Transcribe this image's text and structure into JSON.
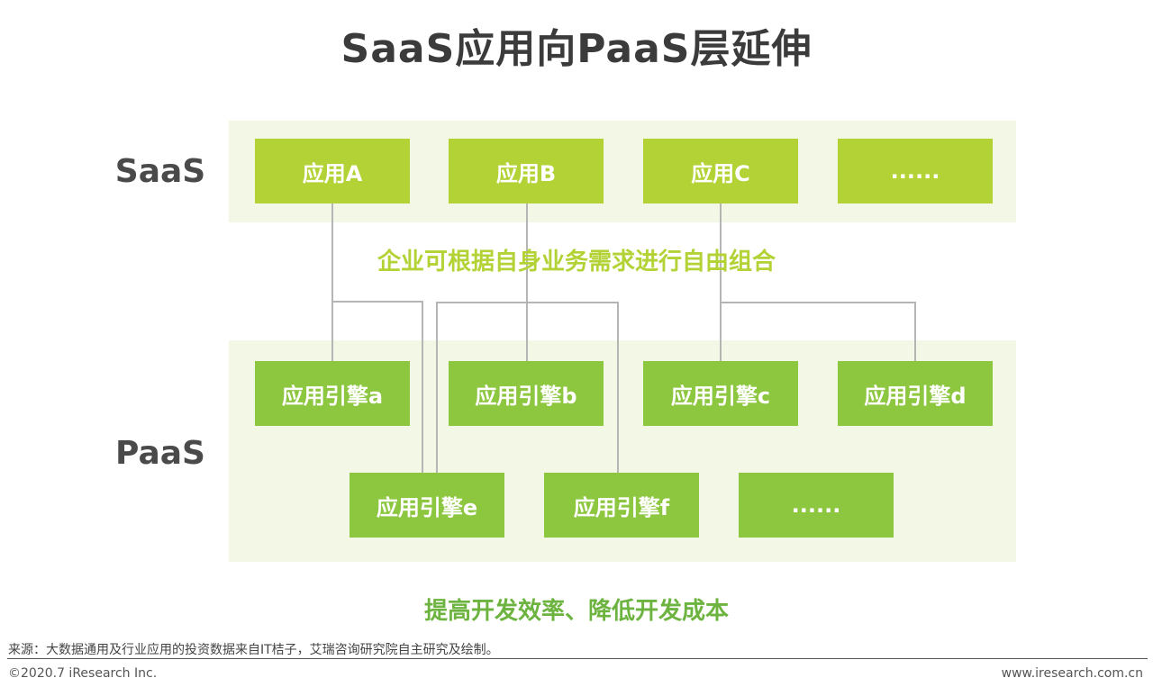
{
  "title": "SaaS应用向PaaS层延伸",
  "layers": {
    "saas": "SaaS",
    "paas": "PaaS"
  },
  "saas_apps": [
    "应用A",
    "应用B",
    "应用C",
    "......"
  ],
  "paas_engines_row1": [
    "应用引擎a",
    "应用引擎b",
    "应用引擎c",
    "应用引擎d"
  ],
  "paas_engines_row2": [
    "应用引擎e",
    "应用引擎f",
    "......"
  ],
  "middle_text": "企业可根据自身业务需求进行自由组合",
  "bottom_text": "提高开发效率、降低开发成本",
  "footer": {
    "source": "来源：大数据通用及行业应用的投资数据来自IT桔子，艾瑞咨询研究院自主研究及绘制。",
    "copyright": "©2020.7 iResearch Inc.",
    "website": "www.iresearch.com.cn"
  },
  "colors": {
    "saas_box": "#b2d235",
    "paas_box": "#8dc63f",
    "band": "#f3f8e6",
    "connector": "#b5b5b5"
  }
}
